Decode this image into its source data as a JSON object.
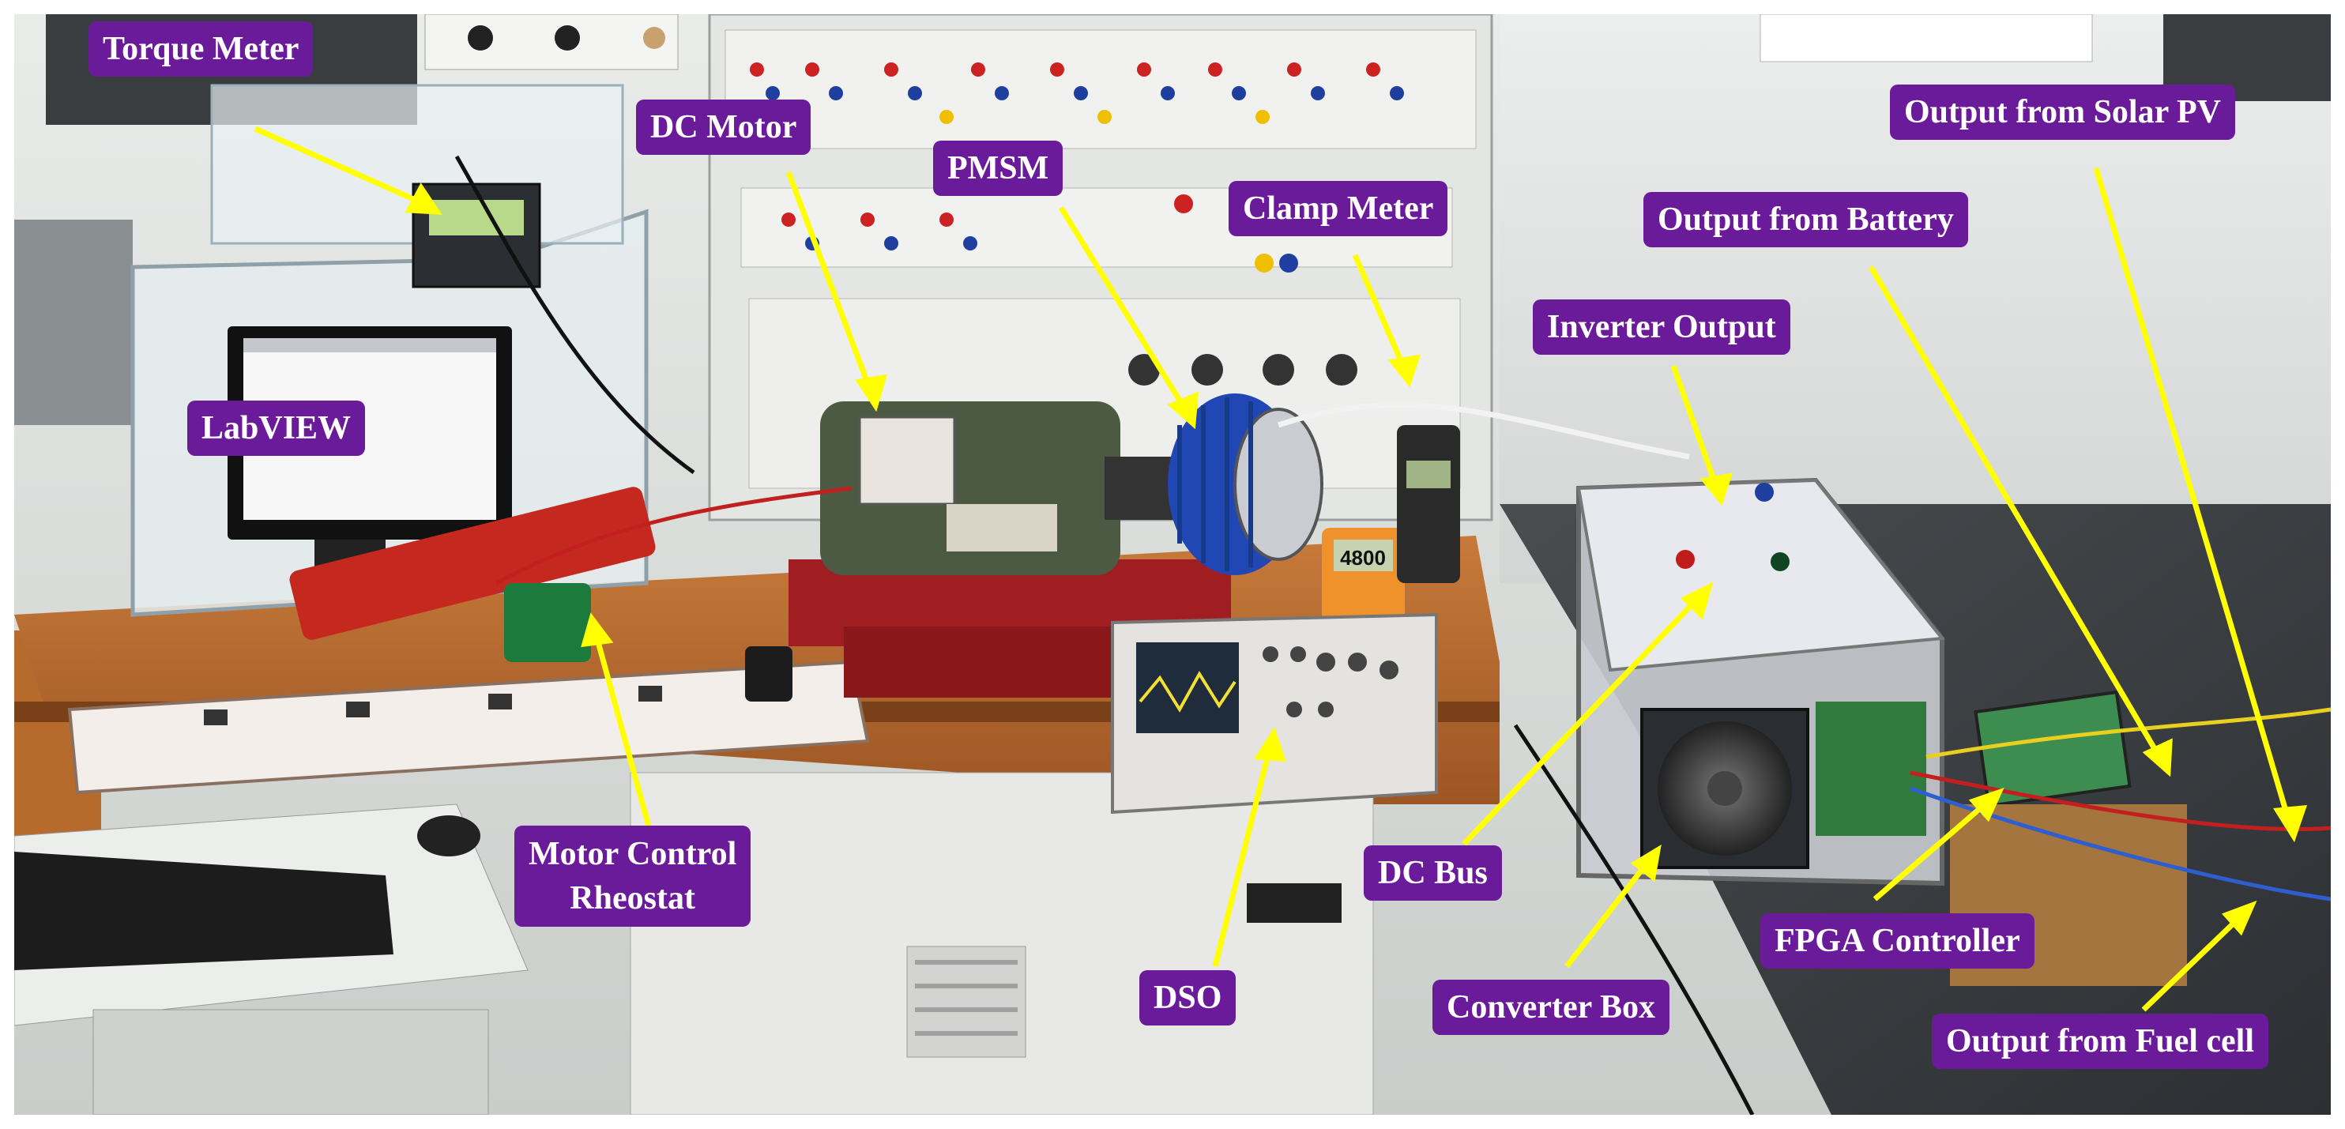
{
  "image": {
    "kind": "photograph",
    "description_colors": {
      "label_bg": "#6a1b9a",
      "label_text": "#ffffff",
      "arrow": "#ffff00"
    }
  },
  "labels": {
    "torque_meter": "Torque Meter",
    "dc_motor": "DC Motor",
    "pmsm": "PMSM",
    "clamp_meter": "Clamp Meter",
    "output_solar": "Output from Solar PV",
    "output_battery": "Output from Battery",
    "inverter_output": "Inverter Output",
    "labview": "LabVIEW",
    "rheostat_line1": "Motor Control",
    "rheostat_line2": "Rheostat",
    "dso": "DSO",
    "dc_bus": "DC Bus",
    "converter_box": "Converter Box",
    "fpga_controller": "FPGA Controller",
    "output_fuel_cell": "Output from Fuel cell"
  },
  "readouts": {
    "multimeter": "4800"
  }
}
